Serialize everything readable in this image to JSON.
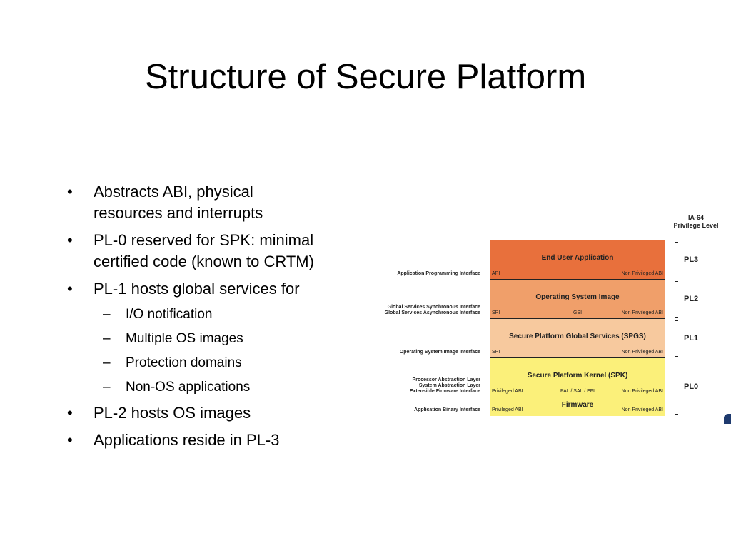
{
  "title": "Structure of Secure Platform",
  "bullets": [
    {
      "text": "Abstracts ABI, physical resources and interrupts",
      "lines": [
        "Abstracts ABI, physical",
        "resources and interrupts"
      ]
    },
    {
      "text": "PL-0 reserved for SPK: minimal certified code (known to CRTM)",
      "lines": [
        "PL-0 reserved for SPK: minimal",
        "certified code (known to CRTM)"
      ]
    },
    {
      "text": "PL-1 hosts global services for",
      "lines": [
        "PL-1 hosts global services for"
      ],
      "subs": [
        "I/O notification",
        "Multiple OS images",
        "Protection domains",
        "Non-OS applications"
      ]
    },
    {
      "text": "PL-2 hosts OS images",
      "lines": [
        "PL-2 hosts OS images"
      ]
    },
    {
      "text": "Applications reside in PL-3",
      "lines": [
        "Applications reside in PL-3"
      ]
    }
  ],
  "markers": {
    "bullet": "•",
    "dash": "–"
  },
  "diagram": {
    "header": [
      "IA-64",
      "Privilege Level"
    ],
    "layers": [
      {
        "name": "End User Application",
        "color": "#e8703c"
      },
      {
        "name": "Operating System Image",
        "color": "#f09f6a"
      },
      {
        "name": "Secure Platform Global Services (SPGS)",
        "color": "#f7c99e"
      },
      {
        "name": "Secure Platform Kernel (SPK)",
        "color": "#fbf07a"
      },
      {
        "name": "Firmware",
        "color": "#fbf07a"
      }
    ],
    "interfaces": [
      {
        "left": [
          "Application Programming Interface"
        ],
        "labels": [
          "API",
          "",
          "Non Privileged ABI"
        ]
      },
      {
        "left": [
          "Global Services Synchronous Interface",
          "Global Services Asynchronous Interface"
        ],
        "labels": [
          "SPI",
          "GSI",
          "Non Privileged ABI"
        ]
      },
      {
        "left": [
          "Operating System Image Interface"
        ],
        "labels": [
          "SPI",
          "",
          "Non Privileged ABI"
        ]
      },
      {
        "left": [
          "Processor Abstraction Layer",
          "System Abstraction Layer",
          "Extensible Firmware Interface"
        ],
        "labels": [
          "Privileged ABI",
          "PAL / SAL / EFI",
          "Non Privileged ABI"
        ]
      },
      {
        "left": [
          "Application Binary Interface"
        ],
        "labels": [
          "Privileged ABI",
          "",
          "Non Privileged ABI"
        ]
      }
    ],
    "privilege_levels": [
      "PL3",
      "PL2",
      "PL1",
      "PL0"
    ]
  }
}
